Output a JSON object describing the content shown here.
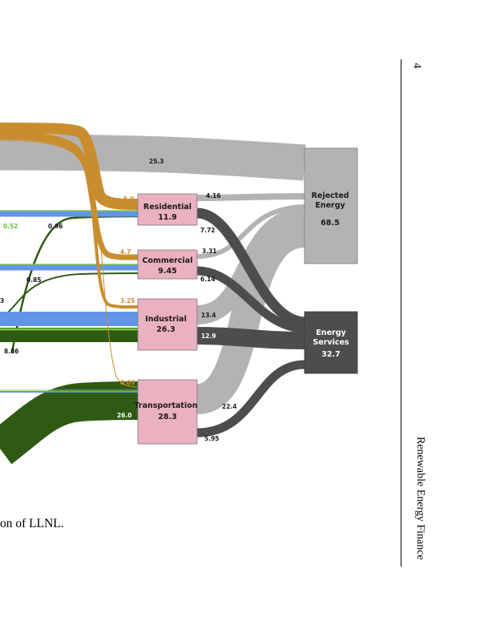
{
  "page": {
    "number": "4",
    "running_title": "Renewable Energy Finance",
    "caption": "on of LLNL."
  },
  "colors": {
    "petroleum": "#c98d2e",
    "electricity": "#6295e8",
    "biomass": "#2f5a14",
    "wind": "#7dc84a",
    "rejected": "#b3b3b3",
    "services": "#4d4d4d",
    "sector_node": "#eab1c0"
  },
  "nodes": {
    "residential": {
      "name": "Residential",
      "value": "11.9"
    },
    "commercial": {
      "name": "Commercial",
      "value": "9.45"
    },
    "industrial": {
      "name": "Industrial",
      "value": "26.3"
    },
    "transportation": {
      "name": "Transportation",
      "value": "28.3"
    },
    "rejected": {
      "name_line1": "Rejected",
      "name_line2": "Energy",
      "value": "68.5"
    },
    "services": {
      "name_line1": "Energy",
      "name_line2": "Services",
      "value": "32.7"
    }
  },
  "flows": {
    "to_rejected_top": "25.3",
    "petro_residential": "5.0",
    "petro_commercial": "4.7",
    "petro_industrial": "3.25",
    "petro_transportation": "0.03",
    "wind_residential": "0.52",
    "bio_residential": "0.96",
    "bio_commercial": "0.85",
    "left_cut": "3",
    "bio_industrial": "8.86",
    "bio_transportation": "26.0",
    "res_rejected": "4.16",
    "res_services": "7.72",
    "com_rejected": "3.31",
    "com_services": "6.14",
    "ind_rejected": "13.4",
    "ind_services": "12.9",
    "trans_rejected": "22.4",
    "trans_services": "5.95"
  }
}
